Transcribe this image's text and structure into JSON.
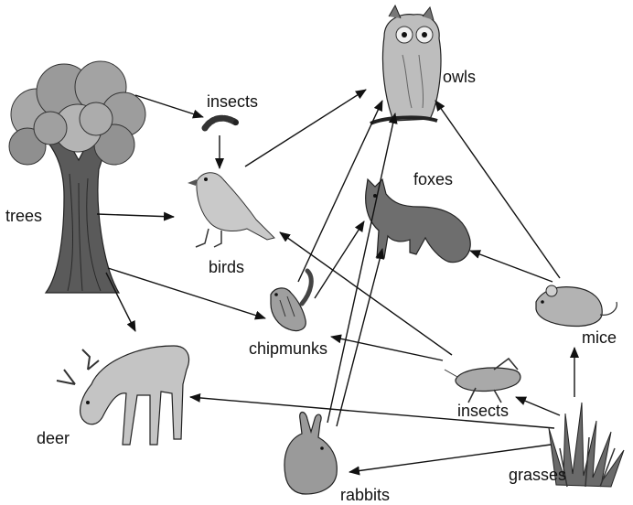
{
  "labels": {
    "trees": "trees",
    "insects_top": "insects",
    "birds": "birds",
    "owls": "owls",
    "foxes": "foxes",
    "chipmunks": "chipmunks",
    "mice": "mice",
    "deer": "deer",
    "insects_bottom": "insects",
    "rabbits": "rabbits",
    "grasses": "grasses"
  },
  "food_web": {
    "edges": [
      {
        "from": "trees",
        "to": "insects (top)"
      },
      {
        "from": "insects (top)",
        "to": "birds"
      },
      {
        "from": "trees",
        "to": "birds"
      },
      {
        "from": "trees",
        "to": "chipmunks"
      },
      {
        "from": "trees",
        "to": "deer"
      },
      {
        "from": "birds",
        "to": "owls"
      },
      {
        "from": "chipmunks",
        "to": "owls"
      },
      {
        "from": "chipmunks",
        "to": "foxes"
      },
      {
        "from": "rabbits",
        "to": "owls"
      },
      {
        "from": "rabbits",
        "to": "foxes"
      },
      {
        "from": "mice",
        "to": "owls"
      },
      {
        "from": "mice",
        "to": "foxes"
      },
      {
        "from": "insects (bottom)",
        "to": "birds"
      },
      {
        "from": "insects (bottom)",
        "to": "chipmunks"
      },
      {
        "from": "grasses",
        "to": "insects (bottom)"
      },
      {
        "from": "grasses",
        "to": "mice"
      },
      {
        "from": "grasses",
        "to": "deer"
      },
      {
        "from": "grasses",
        "to": "rabbits"
      }
    ]
  }
}
